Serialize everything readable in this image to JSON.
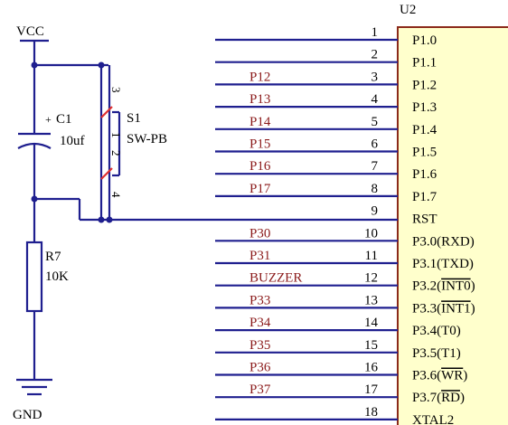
{
  "vcc_label": "VCC",
  "gnd_label": "GND",
  "capacitor": {
    "ref": "C1",
    "plus": "+",
    "value": "10uf"
  },
  "switch": {
    "ref": "S1",
    "value": "SW-PB",
    "pins": [
      "1",
      "2",
      "3",
      "4"
    ]
  },
  "resistor": {
    "ref": "R7",
    "value": "10K"
  },
  "chip": {
    "ref": "U2",
    "fill_color": "#ffffcc"
  },
  "colors": {
    "wire": "#1f1f8f",
    "net_label": "#8b1a1a",
    "switch_pin_mark": "#e03030"
  },
  "pins": [
    {
      "num": "1",
      "name": "P1.0",
      "net": ""
    },
    {
      "num": "2",
      "name": "P1.1",
      "net": ""
    },
    {
      "num": "3",
      "name": "P1.2",
      "net": "P12"
    },
    {
      "num": "4",
      "name": "P1.3",
      "net": "P13"
    },
    {
      "num": "5",
      "name": "P1.4",
      "net": "P14"
    },
    {
      "num": "6",
      "name": "P1.5",
      "net": "P15"
    },
    {
      "num": "7",
      "name": "P1.6",
      "net": "P16"
    },
    {
      "num": "8",
      "name": "P1.7",
      "net": "P17"
    },
    {
      "num": "9",
      "name": "RST",
      "net": ""
    },
    {
      "num": "10",
      "name": "P3.0(RXD)",
      "net": "P30"
    },
    {
      "num": "11",
      "name": "P3.1(TXD)",
      "net": "P31"
    },
    {
      "num": "12",
      "name": "P3.2(INT0)",
      "net": "BUZZER"
    },
    {
      "num": "13",
      "name": "P3.3(INT1)",
      "net": "P33"
    },
    {
      "num": "14",
      "name": "P3.4(T0)",
      "net": "P34"
    },
    {
      "num": "15",
      "name": "P3.5(T1)",
      "net": "P35"
    },
    {
      "num": "16",
      "name": "P3.6(WR)",
      "net": "P36"
    },
    {
      "num": "17",
      "name": "P3.7(RD)",
      "net": "P37"
    },
    {
      "num": "18",
      "name": "XTAL2",
      "net": ""
    }
  ]
}
